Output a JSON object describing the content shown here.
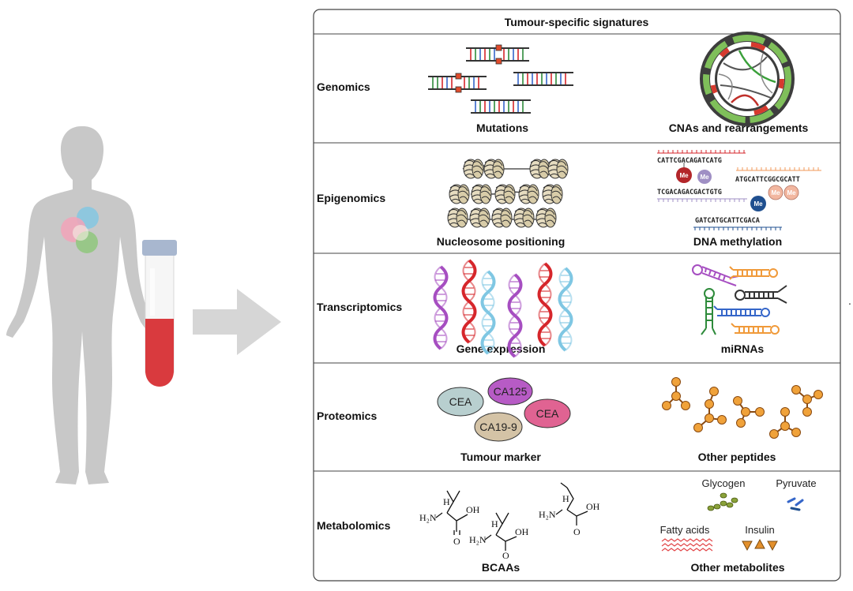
{
  "panel": {
    "title": "Tumour-specific signatures"
  },
  "rows": [
    {
      "id": "genomics",
      "label": "Genomics",
      "left_caption": "Mutations",
      "right_caption": "CNAs and rearrangements"
    },
    {
      "id": "epigenomics",
      "label": "Epigenomics",
      "left_caption": "Nucleosome positioning",
      "right_caption": "DNA methylation"
    },
    {
      "id": "transcriptomics",
      "label": "Transcriptomics",
      "left_caption": "Gene expression",
      "right_caption": "miRNAs"
    },
    {
      "id": "proteomics",
      "label": "Proteomics",
      "left_caption": "Tumour marker",
      "right_caption": "Other peptides"
    },
    {
      "id": "metabolomics",
      "label": "Metabolomics",
      "left_caption": "BCAAs",
      "right_caption": "Other metabolites"
    }
  ],
  "methylation": {
    "seq1": "CATTCGACAGATCATG",
    "seq2": "ATGCATTCGGCGCATT",
    "seq3": "TCGACAGACGACTGTG",
    "seq4": "GATCATGCATTCGACA",
    "me": "Me"
  },
  "tumour_markers": [
    "CEA",
    "CA125",
    "CEA",
    "CA19-9"
  ],
  "chem": {
    "h2n": "H₂N",
    "h": "H",
    "oh": "OH",
    "o": "O"
  },
  "metabolites": {
    "glycogen": "Glycogen",
    "pyruvate": "Pyruvate",
    "fatty_acids": "Fatty acids",
    "insulin": "Insulin"
  },
  "colors": {
    "silhouette": "#c8c8c8",
    "arrow": "#d6d6d6",
    "blood": "#d93a3e",
    "tube_cap": "#a8b7cf",
    "dna_purple": "#a64ec1",
    "dna_red": "#d6262b",
    "dna_blue": "#7fc7e3",
    "peptide": "#e3902c",
    "me_red": "#b3262a",
    "me_purple": "#9f8fc4",
    "me_peach": "#f2b7a0",
    "me_navy": "#1f4f8f"
  }
}
